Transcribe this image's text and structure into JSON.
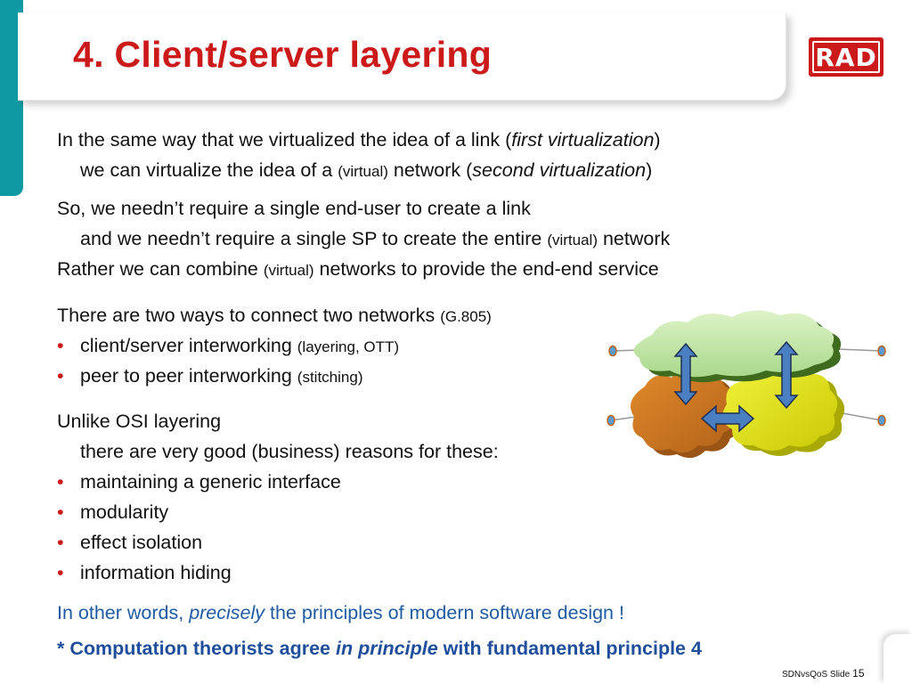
{
  "title": "4. Client/server layering",
  "logo": {
    "text": "RAD",
    "brand_color": "#cc1a1a"
  },
  "para1": {
    "line1": {
      "a": "In the same way that we virtualized the idea of a link (",
      "b": "first virtualization",
      "c": ")"
    },
    "line2": {
      "a": "we can virtualize the idea of a ",
      "b": "(virtual)",
      "c": " network (",
      "d": "second virtualization",
      "e": ")"
    }
  },
  "para2": {
    "line1": "So, we needn’t require a single end-user to create a link",
    "line2": {
      "a": "and we needn’t require a single SP to create the entire ",
      "b": "(virtual)",
      "c": " network"
    },
    "line3": {
      "a": "Rather we can combine ",
      "b": "(virtual)",
      "c": " networks to provide the end-end service"
    }
  },
  "para3": {
    "heading": {
      "a": "There are two ways to connect two networks ",
      "b": "(G.805)"
    },
    "bullets": [
      {
        "a": "client/server interworking ",
        "b": "(layering, OTT)"
      },
      {
        "a": "peer to peer interworking ",
        "b": "(stitching)"
      }
    ]
  },
  "para4": {
    "line1": "Unlike OSI layering",
    "line2": "there are very good (business) reasons for these:",
    "bullets": [
      "maintaining a generic interface",
      "modularity",
      "effect isolation",
      "information hiding"
    ]
  },
  "conclusion": {
    "a": "In other words, ",
    "b": "precisely",
    "c": " the principles of modern software design !"
  },
  "footnote": {
    "a": "* Computation theorists agree ",
    "b": "in principle",
    "c": " with fundamental principle 4"
  },
  "footer": {
    "label": "SDNvsQoS  Slide",
    "number": "15"
  },
  "bullet_symbol": "•",
  "colors": {
    "title": "#cc1a1a",
    "teal": "#0f9aa3",
    "blue_text": "#1f5aa3",
    "cloud_top": "#b9e39a",
    "cloud_left": "#c8731d",
    "cloud_right": "#dede10",
    "arrow": "#4a7fc1"
  }
}
